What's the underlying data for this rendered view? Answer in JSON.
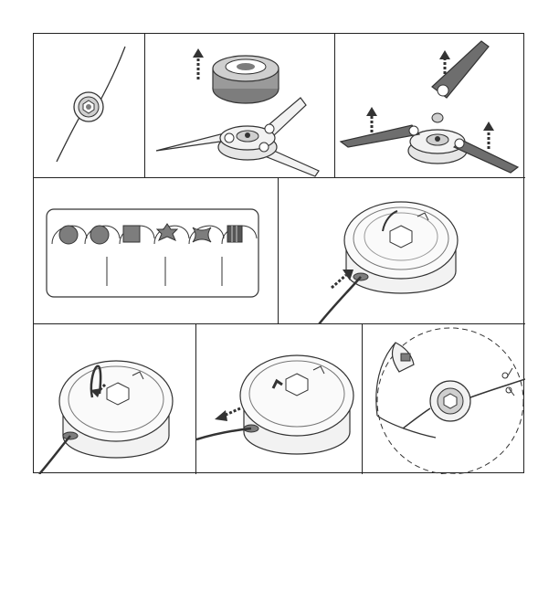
{
  "document": {
    "figure": {
      "panels": [
        {
          "id": "p1",
          "icon": "trimmer-head-with-line-icon"
        },
        {
          "id": "p2",
          "icon": "remove-spool-cap-icon"
        },
        {
          "id": "p3",
          "icon": "remove-blades-icon"
        },
        {
          "id": "p4",
          "icon": "line-cross-section-types-icon"
        },
        {
          "id": "p5",
          "icon": "insert-line-into-head-icon"
        },
        {
          "id": "p6",
          "icon": "pull-line-loop-icon"
        },
        {
          "id": "p7",
          "icon": "wind-line-icon"
        },
        {
          "id": "p8",
          "icon": "cut-line-to-length-icon"
        }
      ]
    },
    "colors": {
      "line": "#333333",
      "fill_light": "#f2f2f2",
      "fill_mid": "#cfcfcf",
      "fill_dark": "#7d7d7d",
      "blade": "#6e6e6e"
    }
  }
}
